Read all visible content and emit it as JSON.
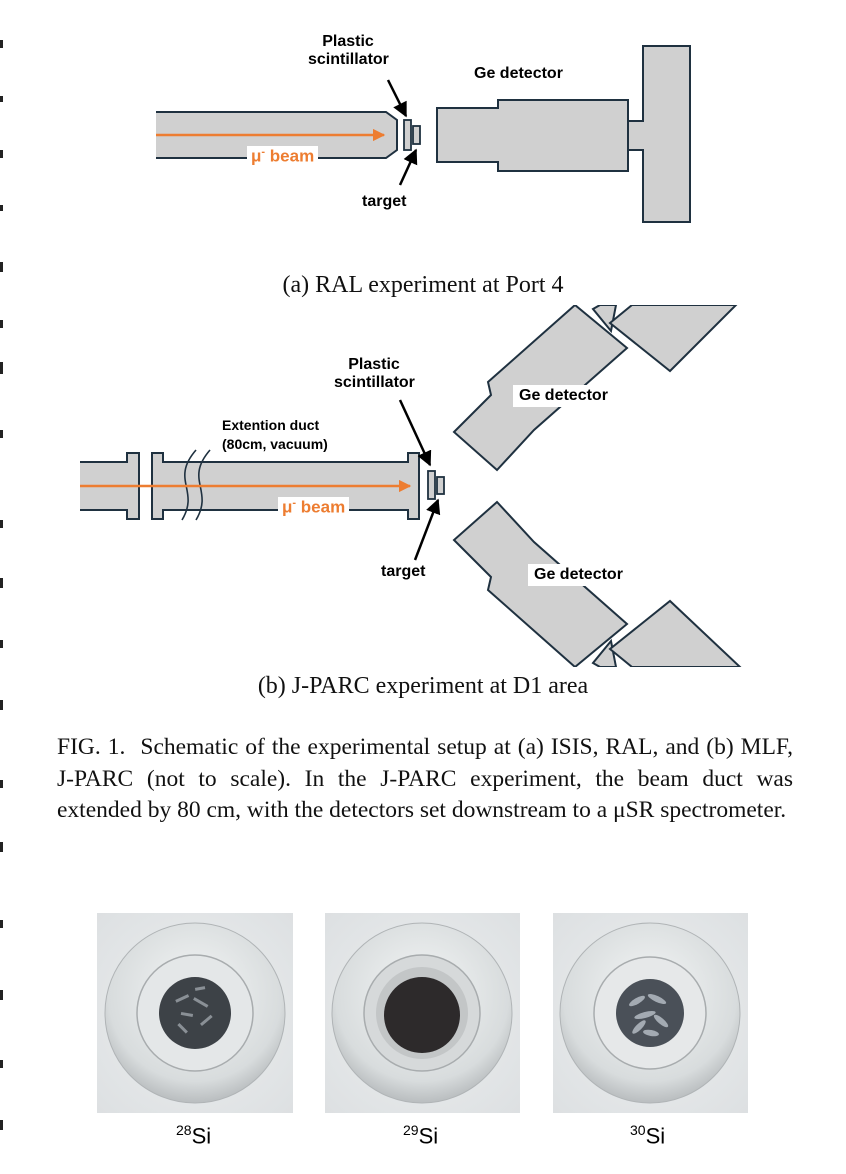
{
  "panel_a": {
    "scintillator_label_line1": "Plastic",
    "scintillator_label_line2": "scintillator",
    "detector_label": "Ge detector",
    "beam_label_main": "μ",
    "beam_label_sup": "-",
    "beam_label_rest": " beam",
    "target_label": "target",
    "caption": "(a) RAL experiment at Port 4"
  },
  "panel_b": {
    "scintillator_label_line1": "Plastic",
    "scintillator_label_line2": "scintillator",
    "duct_label_line1": "Extention duct",
    "duct_label_line2": "(80cm, vacuum)",
    "detector_top_label": "Ge detector",
    "detector_bottom_label": "Ge detector",
    "beam_label_main": "μ",
    "beam_label_sup": "-",
    "beam_label_rest": " beam",
    "target_label": "target",
    "caption": "(b) J-PARC experiment at D1 area"
  },
  "figure_caption": {
    "tag": "FIG. 1.",
    "text": "Schematic of the experimental setup at (a) ISIS, RAL, and (b) MLF, J-PARC (not to scale). In the J-PARC experiment, the beam duct was extended by 80 cm, with the detectors set downstream to a μSR spectrometer."
  },
  "samples": [
    {
      "mass": "28",
      "element": "Si"
    },
    {
      "mass": "29",
      "element": "Si"
    },
    {
      "mass": "30",
      "element": "Si"
    }
  ],
  "colors": {
    "beam": "#ed7d31",
    "component_fill": "#d0d0d0",
    "component_stroke": "#1f3140"
  }
}
